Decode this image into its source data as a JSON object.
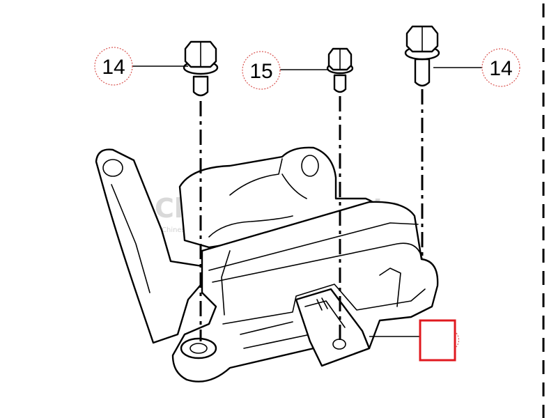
{
  "callouts": [
    {
      "id": "left-bolt",
      "label": "14"
    },
    {
      "id": "center-bolt",
      "label": "15"
    },
    {
      "id": "right-bolt",
      "label": "14"
    }
  ],
  "watermark": {
    "brand": "ChineseCarparts",
    "tagline": "Chinese vehicle parts supplier"
  },
  "colors": {
    "line": "#000000",
    "callout_circle": "#d9534f",
    "highlight_box": "#e0191f",
    "watermark": "#d9d9d9"
  }
}
